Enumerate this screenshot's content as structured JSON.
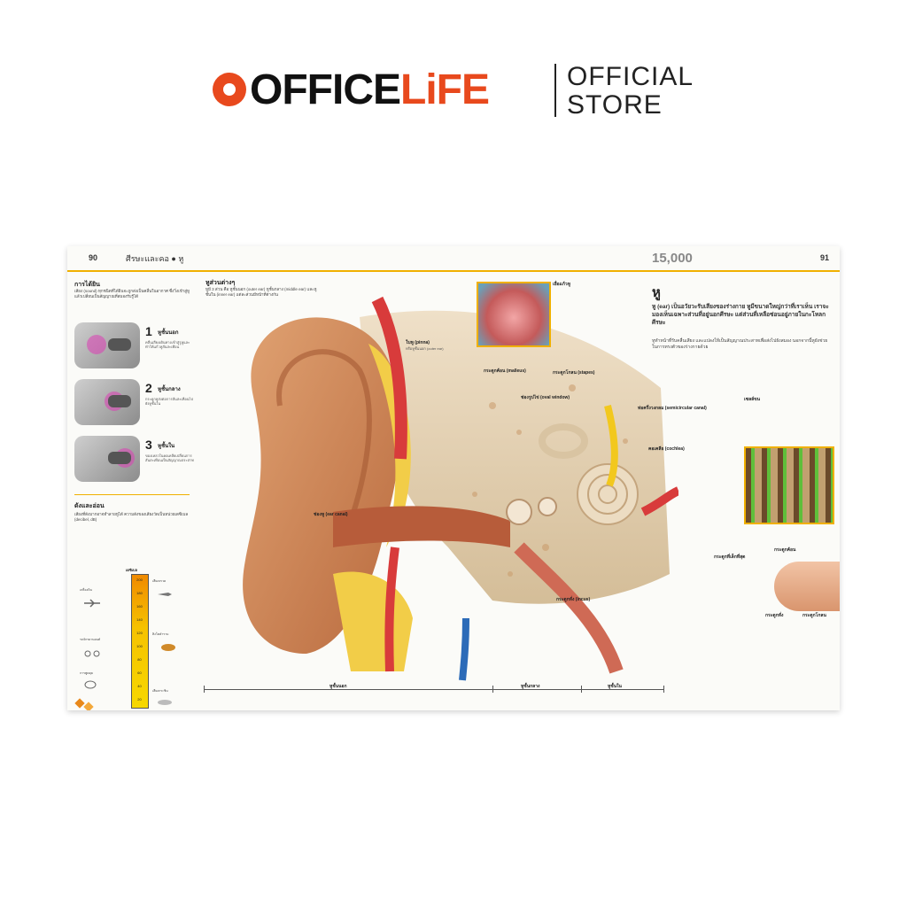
{
  "brand": {
    "logo_main": "OFFICE",
    "logo_accent": "LiFE",
    "store_line1": "OFFICIAL",
    "store_line2": "STORE",
    "accent_color": "#e8491d"
  },
  "spread": {
    "left_page_number": "90",
    "right_page_number": "91",
    "chapter": "ศีรษะและคอ ● หู",
    "fact_number": "15,000",
    "left_column": {
      "hearing_title": "การได้ยิน",
      "hearing_text": "เสียง (sound) ทุกชนิดที่ได้ยินจะถูกส่งเป็นคลื่นในอากาศ ซึ่งวิ่งเข้าสู่หูแล้วเปลี่ยนเป็นสัญญาณที่สมองรับรู้ได้",
      "steps": [
        {
          "num": "1",
          "label": "หูชั้นนอก",
          "desc": "คลื่นเสียงเดินทางเข้าสู่รูหูและทำให้แก้วหูสั่นสะเทือน"
        },
        {
          "num": "2",
          "label": "หูชั้นกลาง",
          "desc": "กระดูกหูส่งต่อการสั่นสะเทือนไปยังหูชั้นใน"
        },
        {
          "num": "3",
          "label": "หูชั้นใน",
          "desc": "ของเหลวในคอเคลียเปลี่ยนการสั่นสะเทือนเป็นสัญญาณประสาท"
        }
      ],
      "loudness_title": "ดังและอ่อน",
      "loudness_text": "เสียงที่ดังมากอาจทำลายหูได้ ความดังของเสียงวัดเป็นหน่วยเดซิเบล (decibel, dB)",
      "db_header": "เดซิเบล",
      "db_ticks": [
        "200",
        "180",
        "160",
        "140",
        "120",
        "100",
        "80",
        "60",
        "40",
        "20"
      ],
      "db_examples": [
        "เสียงจรวด",
        "เครื่องบิน",
        "สิงโตคำราม",
        "รถจักรยานยนต์",
        "การพูดคุย",
        "เสียงกระซิบ"
      ]
    },
    "main": {
      "parts_title": "หูส่วนต่างๆ",
      "parts_text": "หูมี 3 ส่วน คือ หูชั้นนอก (outer ear) หูชั้นกลาง (middle ear) และหูชั้นใน (inner ear) แต่ละส่วนมีหน้าที่ต่างกัน",
      "labels": {
        "pinna": "ใบหู (pinna)",
        "pinna_sub": "หรือหูชั้นนอก (outer ear)",
        "ear_canal": "ช่องหู (ear canal)",
        "malleus": "กระดูกค้อน (malleus)",
        "oval_window": "ช่องรูปไข่ (oval window)",
        "stapes": "กระดูกโกลน (stapes)",
        "eardrum": "เยื่อแก้วหู",
        "semicircular": "ท่อครึ่งวงกลม (semicircular canal)",
        "cochlea": "คอเคลีย (cochlea)",
        "hair_cells": "เซลล์ขน",
        "incus": "กระดูกทั่ง (incus)",
        "smallest_bones": "กระดูกที่เล็กที่สุด",
        "malleus_small": "กระดูกค้อน",
        "incus_small": "กระดูกทั่ง",
        "stapes_small": "กระดูกโกลน"
      },
      "ear_title": "หู",
      "ear_intro": "หู (ear) เป็นอวัยวะรับเสียงของร่างกาย หูมีขนาดใหญ่กว่าที่เราเห็น เราจะมองเห็นเฉพาะส่วนที่อยู่นอกศีรษะ แต่ส่วนที่เหลือซ่อนอยู่ภายในกะโหลกศีรษะ",
      "ear_body": "หูทำหน้าที่รับคลื่นเสียง และแปลงให้เป็นสัญญาณประสาทเพื่อส่งไปยังสมอง นอกจากนี้หูยังช่วยในการทรงตัวของร่างกายด้วย",
      "axis_outer": "หูชั้นนอก",
      "axis_middle": "หูชั้นกลาง",
      "axis_inner": "หูชั้นใน"
    }
  }
}
